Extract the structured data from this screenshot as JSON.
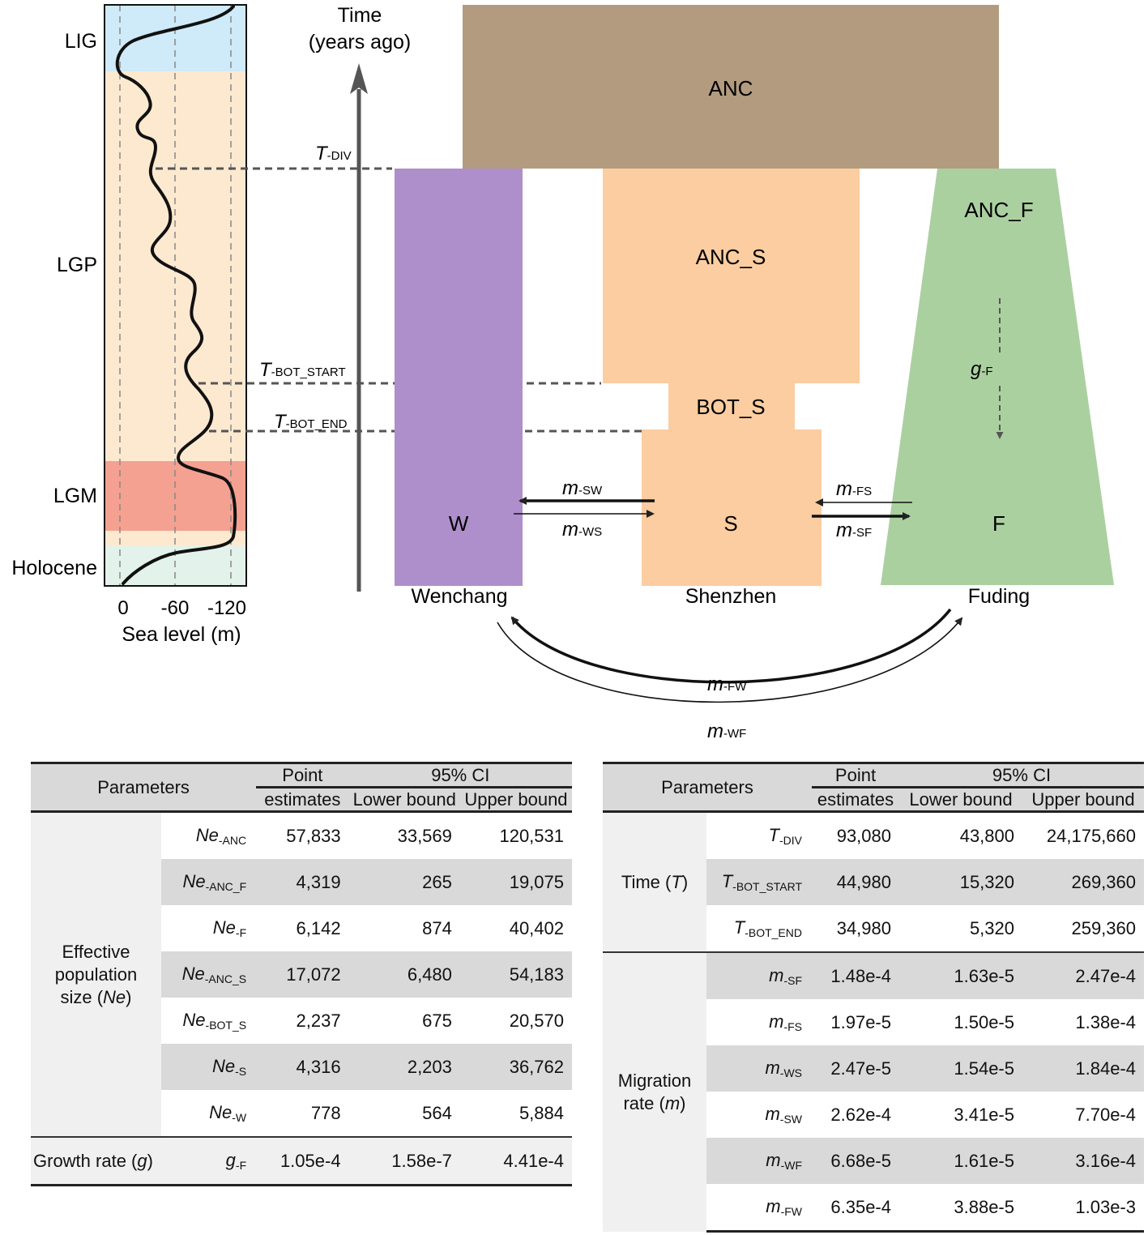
{
  "diagram": {
    "time_axis": {
      "title_line1": "Time",
      "title_line2": "(years ago)"
    },
    "periods": [
      "LIG",
      "LGP",
      "LGM",
      "Holocene"
    ],
    "sea_level": {
      "ticks": [
        "0",
        "-60",
        "-120"
      ],
      "xlabel": "Sea level (m)"
    },
    "events": [
      {
        "main": "T",
        "sub": "-DIV"
      },
      {
        "main": "T",
        "sub": "-BOT_START"
      },
      {
        "main": "T",
        "sub": "-BOT_END"
      }
    ],
    "pops": {
      "anc": "ANC",
      "anc_s": "ANC_S",
      "bot_s": "BOT_S",
      "anc_f": "ANC_F",
      "w": "W",
      "s": "S",
      "f": "F"
    },
    "sites": [
      "Wenchang",
      "Shenzhen",
      "Fuding"
    ],
    "growth_label": {
      "main": "g",
      "sub": "-F"
    },
    "migration_labels": {
      "sw": {
        "main": "m",
        "sub": "-SW"
      },
      "ws": {
        "main": "m",
        "sub": "-WS"
      },
      "fs": {
        "main": "m",
        "sub": "-FS"
      },
      "sf": {
        "main": "m",
        "sub": "-SF"
      },
      "fw": {
        "main": "m",
        "sub": "-FW"
      },
      "wf": {
        "main": "m",
        "sub": "-WF"
      }
    },
    "colors": {
      "anc": "#b39b7f",
      "anc_s": "#fbcda0",
      "w": "#ae8fcb",
      "f": "#abd0a0",
      "lig": "#cfeaf8",
      "lgp": "#fde9d0",
      "lgm": "#f4a191",
      "holocene": "#e3f2ea"
    }
  },
  "headers": {
    "parameters": "Parameters",
    "point1": "Point",
    "point2": "estimates",
    "ci": "95% CI",
    "lower": "Lower bound",
    "upper": "Upper bound"
  },
  "table_left": {
    "group_ne": {
      "l1": "Effective",
      "l2": "population",
      "l3": "size (",
      "sym": "Ne",
      "close": ")"
    },
    "rows": [
      {
        "main": "Ne",
        "sub": "-ANC",
        "point": "57,833",
        "lower": "33,569",
        "upper": "120,531"
      },
      {
        "main": "Ne",
        "sub": "-ANC_F",
        "point": "4,319",
        "lower": "265",
        "upper": "19,075"
      },
      {
        "main": "Ne",
        "sub": "-F",
        "point": "6,142",
        "lower": "874",
        "upper": "40,402"
      },
      {
        "main": "Ne",
        "sub": "-ANC_S",
        "point": "17,072",
        "lower": "6,480",
        "upper": "54,183"
      },
      {
        "main": "Ne",
        "sub": "-BOT_S",
        "point": "2,237",
        "lower": "675",
        "upper": "20,570"
      },
      {
        "main": "Ne",
        "sub": "-S",
        "point": "4,316",
        "lower": "2,203",
        "upper": "36,762"
      },
      {
        "main": "Ne",
        "sub": "-W",
        "point": "778",
        "lower": "564",
        "upper": "5,884"
      }
    ],
    "growth": {
      "label": "Growth rate (",
      "sym": "g",
      "close": ")",
      "main": "g",
      "sub": "-F",
      "point": "1.05e-4",
      "lower": "1.58e-7",
      "upper": "4.41e-4"
    }
  },
  "table_right": {
    "group_time": {
      "label": "Time (",
      "sym": "T",
      "close": ")"
    },
    "group_mig": {
      "l1": "Migration",
      "l2": "rate (",
      "sym": "m",
      "close": ")"
    },
    "time_rows": [
      {
        "main": "T",
        "sub": "-DIV",
        "point": "93,080",
        "lower": "43,800",
        "upper": "24,175,660"
      },
      {
        "main": "T",
        "sub": "-BOT_START",
        "point": "44,980",
        "lower": "15,320",
        "upper": "269,360"
      },
      {
        "main": "T",
        "sub": "-BOT_END",
        "point": "34,980",
        "lower": "5,320",
        "upper": "259,360"
      }
    ],
    "mig_rows": [
      {
        "main": "m",
        "sub": "-SF",
        "point": "1.48e-4",
        "lower": "1.63e-5",
        "upper": "2.47e-4"
      },
      {
        "main": "m",
        "sub": "-FS",
        "point": "1.97e-5",
        "lower": "1.50e-5",
        "upper": "1.38e-4"
      },
      {
        "main": "m",
        "sub": "-WS",
        "point": "2.47e-5",
        "lower": "1.54e-5",
        "upper": "1.84e-4"
      },
      {
        "main": "m",
        "sub": "-SW",
        "point": "2.62e-4",
        "lower": "3.41e-5",
        "upper": "7.70e-4"
      },
      {
        "main": "m",
        "sub": "-WF",
        "point": "6.68e-5",
        "lower": "1.61e-5",
        "upper": "3.16e-4"
      },
      {
        "main": "m",
        "sub": "-FW",
        "point": "6.35e-4",
        "lower": "3.88e-5",
        "upper": "1.03e-3"
      }
    ]
  }
}
